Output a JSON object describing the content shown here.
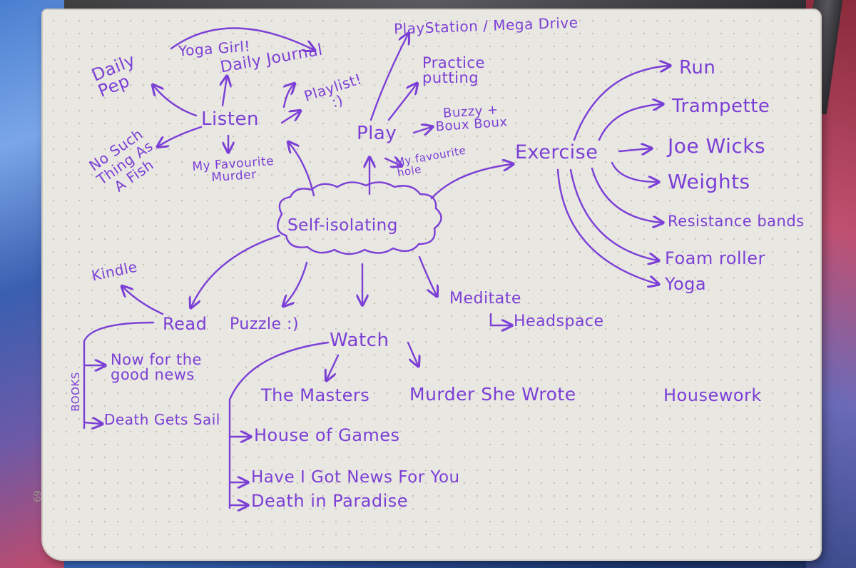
{
  "page_number": "69",
  "colors": {
    "ink": "#7b3fd6",
    "paper": "#e9e7e1"
  },
  "center": "Self-isolating",
  "listen": {
    "label": "Listen",
    "items": [
      "Daily\nPep",
      "Yoga Girl!",
      "Daily Journal",
      "Playlist!\n:)",
      "My Favourite\nMurder",
      "No Such\nThing As\nA Fish"
    ]
  },
  "play": {
    "label": "Play",
    "items": [
      "PlayStation / Mega Drive",
      "Practice\nputting",
      "Buzzy +\nBoux Boux",
      "My favourite\nhole"
    ]
  },
  "exercise": {
    "label": "Exercise",
    "items": [
      "Run",
      "Trampette",
      "Joe Wicks",
      "Weights",
      "Resistance bands",
      "Foam roller",
      "Yoga"
    ]
  },
  "read": {
    "label": "Read",
    "kindle": "Kindle",
    "books_label": "BOOKS",
    "books": [
      "Now for the\ngood news",
      "Death Gets Sail"
    ]
  },
  "puzzle": "Puzzle :)",
  "meditate": {
    "label": "Meditate",
    "app": "Headspace"
  },
  "watch": {
    "label": "Watch",
    "items": [
      "The Masters",
      "Murder She Wrote",
      "House of Games",
      "Have I Got News For You",
      "Death in Paradise"
    ]
  },
  "housework": "Housework"
}
